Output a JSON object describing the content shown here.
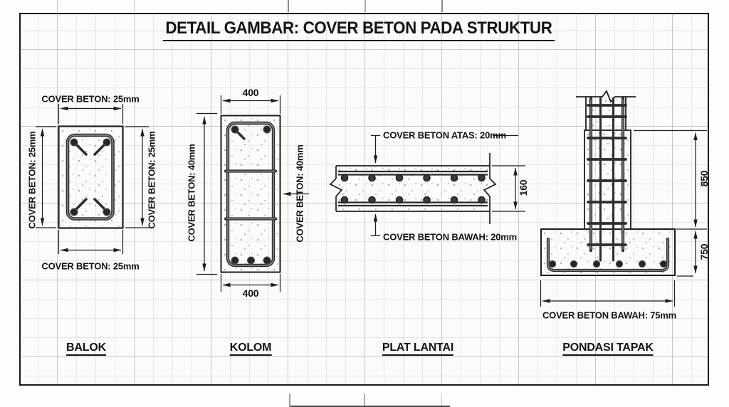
{
  "title": "DETAIL GAMBAR: COVER BETON PADA STRUKTUR",
  "balok": {
    "caption": "BALOK",
    "cover_top": "COVER BETON: 25mm",
    "cover_left": "COVER BETON: 25mm",
    "cover_right": "COVER BETON: 25mm",
    "cover_bottom": "COVER BETON: 25mm"
  },
  "kolom": {
    "caption": "KOLOM",
    "width_top": "400",
    "width_bottom": "400",
    "cover_left": "COVER BETON: 40mm",
    "cover_right": "COVER BETON: 40mm"
  },
  "plat": {
    "caption": "PLAT LANTAI",
    "cover_atas": "COVER BETON ATAS: 20mm",
    "cover_bawah": "COVER BETON BAWAH: 20mm",
    "thickness": "160"
  },
  "pondasi": {
    "caption": "PONDASI TAPAK",
    "height_upper": "850",
    "height_footing": "750",
    "cover_bawah": "COVER BETON BAWAH: 75mm"
  },
  "colors": {
    "ink": "#1d1d1d",
    "steel": "#3a3a3a",
    "paper": "#fbfbf8",
    "grid_minor": "#e5e5e1",
    "grid_major": "#c7c7c3"
  }
}
